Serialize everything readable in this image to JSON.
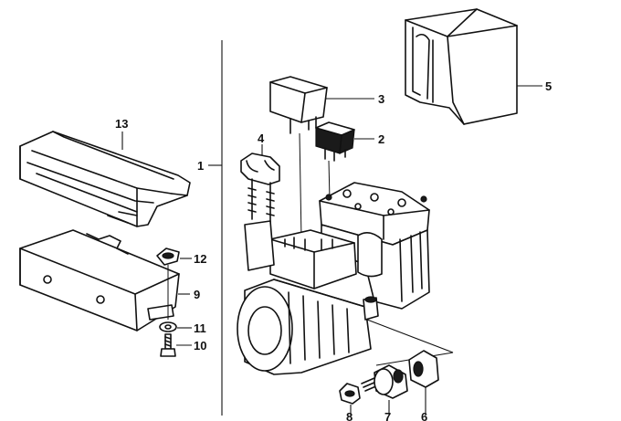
{
  "callouts": [
    {
      "id": "1",
      "text": "1"
    },
    {
      "id": "2",
      "text": "2"
    },
    {
      "id": "3",
      "text": "3"
    },
    {
      "id": "4",
      "text": "4"
    },
    {
      "id": "5",
      "text": "5"
    },
    {
      "id": "6",
      "text": "6"
    },
    {
      "id": "7",
      "text": "7"
    },
    {
      "id": "8",
      "text": "8"
    },
    {
      "id": "9",
      "text": "9"
    },
    {
      "id": "10",
      "text": "10"
    },
    {
      "id": "11",
      "text": "11"
    },
    {
      "id": "12",
      "text": "12"
    },
    {
      "id": "13",
      "text": "13"
    }
  ],
  "colors": {
    "ink": "#111111",
    "background": "#ffffff"
  }
}
